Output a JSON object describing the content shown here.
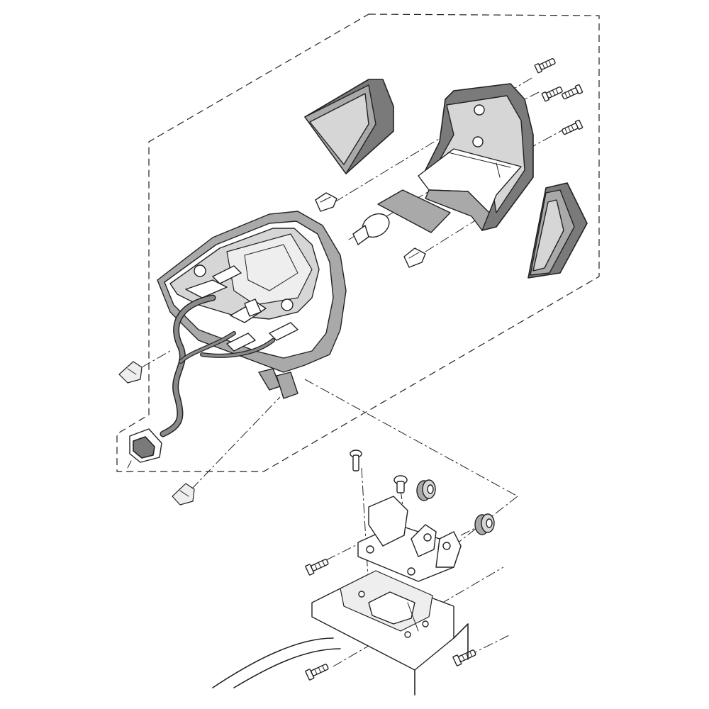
{
  "figure": {
    "background": "#ffffff",
    "line_color": "#222222",
    "part_shades": [
      "#7a7a7a",
      "#a9a9a9",
      "#d6d6d6",
      "#ffffff"
    ]
  },
  "parts": [
    {
      "name": "tail-light-housing-with-wiring-harness",
      "icon": "tail-light-icon"
    },
    {
      "name": "upper-lens-cover",
      "icon": "lens-cover-icon"
    },
    {
      "name": "rear-lens-frame",
      "icon": "lens-frame-icon"
    },
    {
      "name": "side-lens-cover",
      "icon": "lens-cover-icon"
    },
    {
      "name": "reflector-plate",
      "icon": "reflector-icon"
    },
    {
      "name": "stop-tail-bulb",
      "icon": "bulb-icon"
    },
    {
      "name": "wedge-bulb",
      "icon": "bulb-icon"
    },
    {
      "name": "tapping-screw",
      "icon": "screw-icon"
    },
    {
      "name": "nut-clip",
      "icon": "clip-icon"
    },
    {
      "name": "mounting-bracket",
      "icon": "bracket-icon"
    },
    {
      "name": "rubber-damper",
      "icon": "damper-icon"
    },
    {
      "name": "collar",
      "icon": "collar-icon"
    },
    {
      "name": "bolt",
      "icon": "bolt-icon"
    },
    {
      "name": "connector",
      "icon": "connector-icon"
    },
    {
      "name": "frame-mount-plate",
      "icon": "frame-icon"
    }
  ]
}
